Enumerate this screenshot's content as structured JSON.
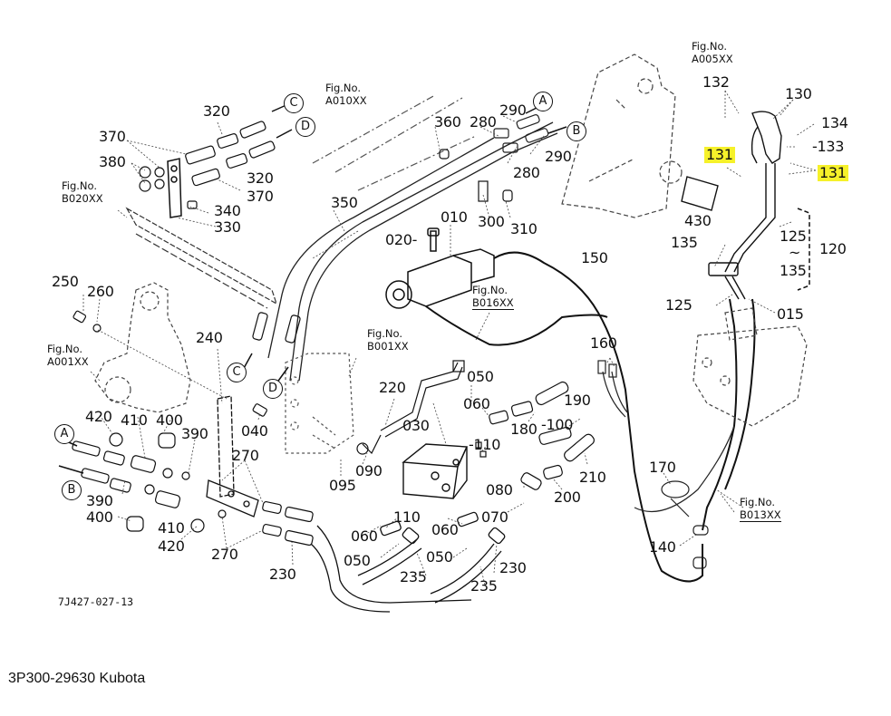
{
  "diagram": {
    "drawing_number": "7J427-027-13",
    "caption": "3P300-29630 Kubota",
    "highlight_color": "#f6f12a",
    "fig_refs": [
      {
        "id": "fig-b020",
        "line1": "Fig.No.",
        "line2": "B020XX"
      },
      {
        "id": "fig-a010",
        "line1": "Fig.No.",
        "line2": "A010XX"
      },
      {
        "id": "fig-a005",
        "line1": "Fig.No.",
        "line2": "A005XX"
      },
      {
        "id": "fig-a001",
        "line1": "Fig.No.",
        "line2": "A001XX"
      },
      {
        "id": "fig-b016",
        "line1": "Fig.No.",
        "line2": "B016XX"
      },
      {
        "id": "fig-b001",
        "line1": "Fig.No.",
        "line2": "B001XX"
      },
      {
        "id": "fig-b013",
        "line1": "Fig.No.",
        "line2": "B013XX"
      }
    ],
    "connection_markers": [
      {
        "id": "c-top",
        "letter": "C"
      },
      {
        "id": "d-top",
        "letter": "D"
      },
      {
        "id": "a-top",
        "letter": "A"
      },
      {
        "id": "b-top",
        "letter": "B"
      },
      {
        "id": "c-mid",
        "letter": "C"
      },
      {
        "id": "d-mid",
        "letter": "D"
      },
      {
        "id": "a-left",
        "letter": "A"
      },
      {
        "id": "b-left",
        "letter": "B"
      }
    ],
    "part_labels": [
      {
        "id": "p320a",
        "text": "320",
        "highlighted": false
      },
      {
        "id": "p370a",
        "text": "370",
        "highlighted": false
      },
      {
        "id": "p380",
        "text": "380",
        "highlighted": false
      },
      {
        "id": "p320b",
        "text": "320",
        "highlighted": false
      },
      {
        "id": "p370b",
        "text": "370",
        "highlighted": false
      },
      {
        "id": "p340",
        "text": "340",
        "highlighted": false
      },
      {
        "id": "p330",
        "text": "330",
        "highlighted": false
      },
      {
        "id": "p360",
        "text": "360",
        "highlighted": false
      },
      {
        "id": "p280a",
        "text": "280",
        "highlighted": false
      },
      {
        "id": "p290a",
        "text": "290",
        "highlighted": false
      },
      {
        "id": "p290b",
        "text": "290",
        "highlighted": false
      },
      {
        "id": "p280b",
        "text": "280",
        "highlighted": false
      },
      {
        "id": "p350",
        "text": "350",
        "highlighted": false
      },
      {
        "id": "p300",
        "text": "300",
        "highlighted": false
      },
      {
        "id": "p310",
        "text": "310",
        "highlighted": false
      },
      {
        "id": "p010",
        "text": "010",
        "highlighted": false
      },
      {
        "id": "p020",
        "text": "020-",
        "highlighted": false
      },
      {
        "id": "p150",
        "text": "150",
        "highlighted": false
      },
      {
        "id": "p132",
        "text": "132",
        "highlighted": false
      },
      {
        "id": "p130",
        "text": "130",
        "highlighted": false
      },
      {
        "id": "p134",
        "text": "134",
        "highlighted": false
      },
      {
        "id": "p133",
        "text": "-133",
        "highlighted": false
      },
      {
        "id": "p131a",
        "text": "131",
        "highlighted": true
      },
      {
        "id": "p131b",
        "text": "131",
        "highlighted": true
      },
      {
        "id": "p430",
        "text": "430",
        "highlighted": false
      },
      {
        "id": "p135a",
        "text": "135",
        "highlighted": false
      },
      {
        "id": "p125a",
        "text": "125",
        "highlighted": false
      },
      {
        "id": "p-tilde",
        "text": "~",
        "highlighted": false
      },
      {
        "id": "p135b",
        "text": "135",
        "highlighted": false
      },
      {
        "id": "p120",
        "text": "120",
        "highlighted": false
      },
      {
        "id": "p125b",
        "text": "125",
        "highlighted": false
      },
      {
        "id": "p015",
        "text": "015",
        "highlighted": false
      },
      {
        "id": "p250",
        "text": "250",
        "highlighted": false
      },
      {
        "id": "p260",
        "text": "260",
        "highlighted": false
      },
      {
        "id": "p240",
        "text": "240",
        "highlighted": false
      },
      {
        "id": "p160",
        "text": "160",
        "highlighted": false
      },
      {
        "id": "p050a",
        "text": "050",
        "highlighted": false
      },
      {
        "id": "p220",
        "text": "220",
        "highlighted": false
      },
      {
        "id": "p060a",
        "text": "060",
        "highlighted": false
      },
      {
        "id": "p190",
        "text": "190",
        "highlighted": false
      },
      {
        "id": "p180",
        "text": "180",
        "highlighted": false
      },
      {
        "id": "p100",
        "text": "-100",
        "highlighted": false
      },
      {
        "id": "p030",
        "text": "030",
        "highlighted": false
      },
      {
        "id": "p110a",
        "text": "-110",
        "highlighted": false
      },
      {
        "id": "p040",
        "text": "040",
        "highlighted": false
      },
      {
        "id": "p090",
        "text": "090",
        "highlighted": false
      },
      {
        "id": "p095",
        "text": "095",
        "highlighted": false
      },
      {
        "id": "p210",
        "text": "210",
        "highlighted": false
      },
      {
        "id": "p080",
        "text": "080",
        "highlighted": false
      },
      {
        "id": "p200",
        "text": "200",
        "highlighted": false
      },
      {
        "id": "p070",
        "text": "070",
        "highlighted": false
      },
      {
        "id": "p110b",
        "text": "110",
        "highlighted": false
      },
      {
        "id": "p060b",
        "text": "060",
        "highlighted": false
      },
      {
        "id": "p060c",
        "text": "060",
        "highlighted": false
      },
      {
        "id": "p050b",
        "text": "050",
        "highlighted": false
      },
      {
        "id": "p050c",
        "text": "050",
        "highlighted": false
      },
      {
        "id": "p235a",
        "text": "235",
        "highlighted": false
      },
      {
        "id": "p235b",
        "text": "235",
        "highlighted": false
      },
      {
        "id": "p230a",
        "text": "230",
        "highlighted": false
      },
      {
        "id": "p230b",
        "text": "230",
        "highlighted": false
      },
      {
        "id": "p170",
        "text": "170",
        "highlighted": false
      },
      {
        "id": "p140",
        "text": "140",
        "highlighted": false
      },
      {
        "id": "p420a",
        "text": "420",
        "highlighted": false
      },
      {
        "id": "p410a",
        "text": "410",
        "highlighted": false
      },
      {
        "id": "p400a",
        "text": "400",
        "highlighted": false
      },
      {
        "id": "p390a",
        "text": "390",
        "highlighted": false
      },
      {
        "id": "p270a",
        "text": "270",
        "highlighted": false
      },
      {
        "id": "p390b",
        "text": "390",
        "highlighted": false
      },
      {
        "id": "p400b",
        "text": "400",
        "highlighted": false
      },
      {
        "id": "p410b",
        "text": "410",
        "highlighted": false
      },
      {
        "id": "p420b",
        "text": "420",
        "highlighted": false
      },
      {
        "id": "p270b",
        "text": "270",
        "highlighted": false
      }
    ]
  }
}
